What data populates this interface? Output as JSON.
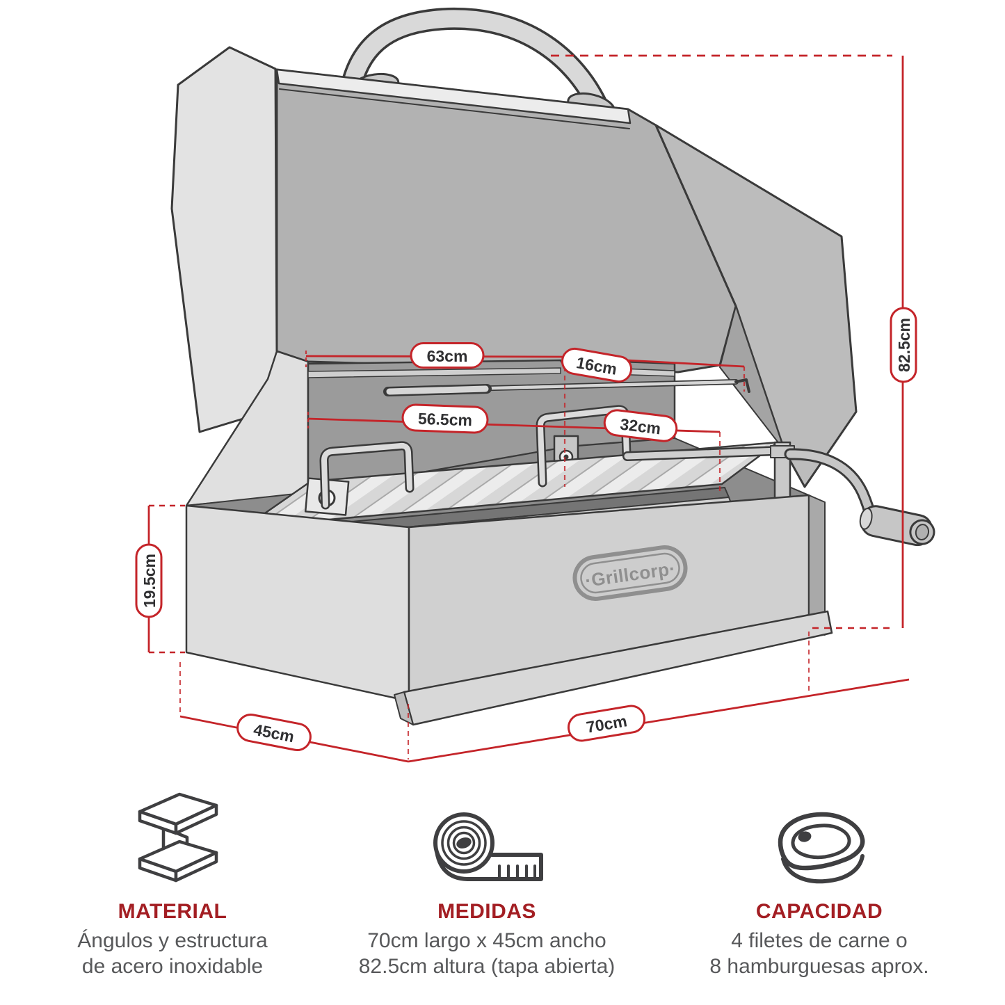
{
  "brand": {
    "logo_text": "·Grillcorp·"
  },
  "colors": {
    "dimension_red": "#c42429",
    "heading_red": "#a31e23",
    "body_text_gray": "#57585a",
    "icon_stroke": "#3f3f41"
  },
  "dimension_labels": {
    "top_width": "63cm",
    "top_side": "16cm",
    "inner_width": "56.5cm",
    "inner_depth": "32cm",
    "open_height": "82.5cm",
    "base_height": "19.5cm",
    "base_depth": "45cm",
    "base_length": "70cm"
  },
  "sections": [
    {
      "id": "material",
      "icon": "i-beam-icon",
      "title": "MATERIAL",
      "lines": [
        "Ángulos y estructura",
        "de acero inoxidable"
      ]
    },
    {
      "id": "medidas",
      "icon": "tape-measure-icon",
      "title": "MEDIDAS",
      "lines": [
        "70cm largo x 45cm ancho",
        "82.5cm altura (tapa abierta)"
      ]
    },
    {
      "id": "capacidad",
      "icon": "steak-icon",
      "title": "CAPACIDAD",
      "lines": [
        "4 filetes de carne o",
        "8 hamburguesas aprox."
      ]
    }
  ]
}
